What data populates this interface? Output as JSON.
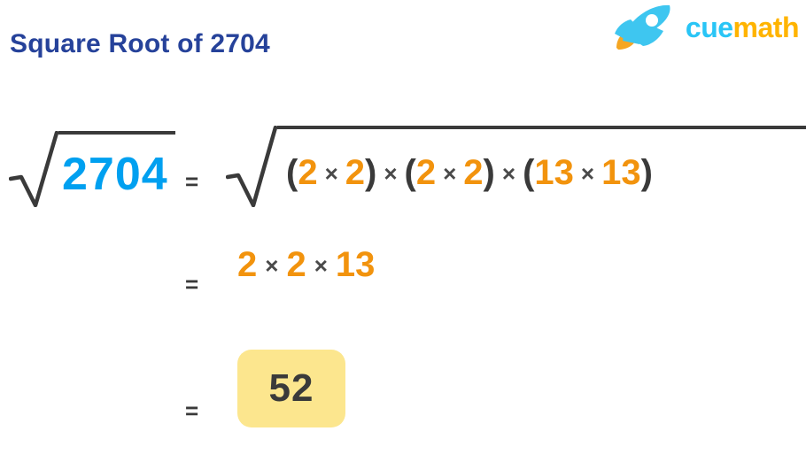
{
  "header": {
    "title": "Square Root of 2704",
    "title_color": "#26429A",
    "logo": {
      "rocket_icon": "rocket-icon",
      "wordmark_part1": "cue",
      "wordmark_part2": "math",
      "cue_color": "#29C5F6",
      "math_color": "#FFB400",
      "rocket_body_color": "#3EC6F0",
      "rocket_flame_color": "#F5A623"
    }
  },
  "colors": {
    "background": "#FFFFFF",
    "radical_dark": "#3A3A3A",
    "highlight_blue": "#00A0F0",
    "factor_orange": "#F2930D",
    "answer_box_fill": "#FCE68E"
  },
  "equation": {
    "rows": [
      {
        "equals": "=",
        "left": {
          "radical_icon": "radical-icon",
          "radicand": "2704"
        },
        "right": {
          "radical_icon": "radical-icon",
          "tokens": [
            {
              "text": "(",
              "kind": "paren"
            },
            {
              "text": "2",
              "kind": "orange"
            },
            {
              "text": "×",
              "kind": "times"
            },
            {
              "text": "2",
              "kind": "orange"
            },
            {
              "text": ")",
              "kind": "paren"
            },
            {
              "text": "×",
              "kind": "times"
            },
            {
              "text": "(",
              "kind": "paren"
            },
            {
              "text": "2",
              "kind": "orange"
            },
            {
              "text": "×",
              "kind": "times"
            },
            {
              "text": "2",
              "kind": "orange"
            },
            {
              "text": ")",
              "kind": "paren"
            },
            {
              "text": "×",
              "kind": "times"
            },
            {
              "text": "(",
              "kind": "paren"
            },
            {
              "text": "13",
              "kind": "orange"
            },
            {
              "text": "×",
              "kind": "times"
            },
            {
              "text": "13",
              "kind": "orange"
            },
            {
              "text": ")",
              "kind": "paren"
            }
          ]
        }
      },
      {
        "equals": "=",
        "factors": [
          {
            "text": "2",
            "kind": "orange"
          },
          {
            "text": "×",
            "kind": "times"
          },
          {
            "text": "2",
            "kind": "orange"
          },
          {
            "text": "×",
            "kind": "times"
          },
          {
            "text": "13",
            "kind": "orange"
          }
        ]
      },
      {
        "equals": "=",
        "answer": "52"
      }
    ]
  }
}
